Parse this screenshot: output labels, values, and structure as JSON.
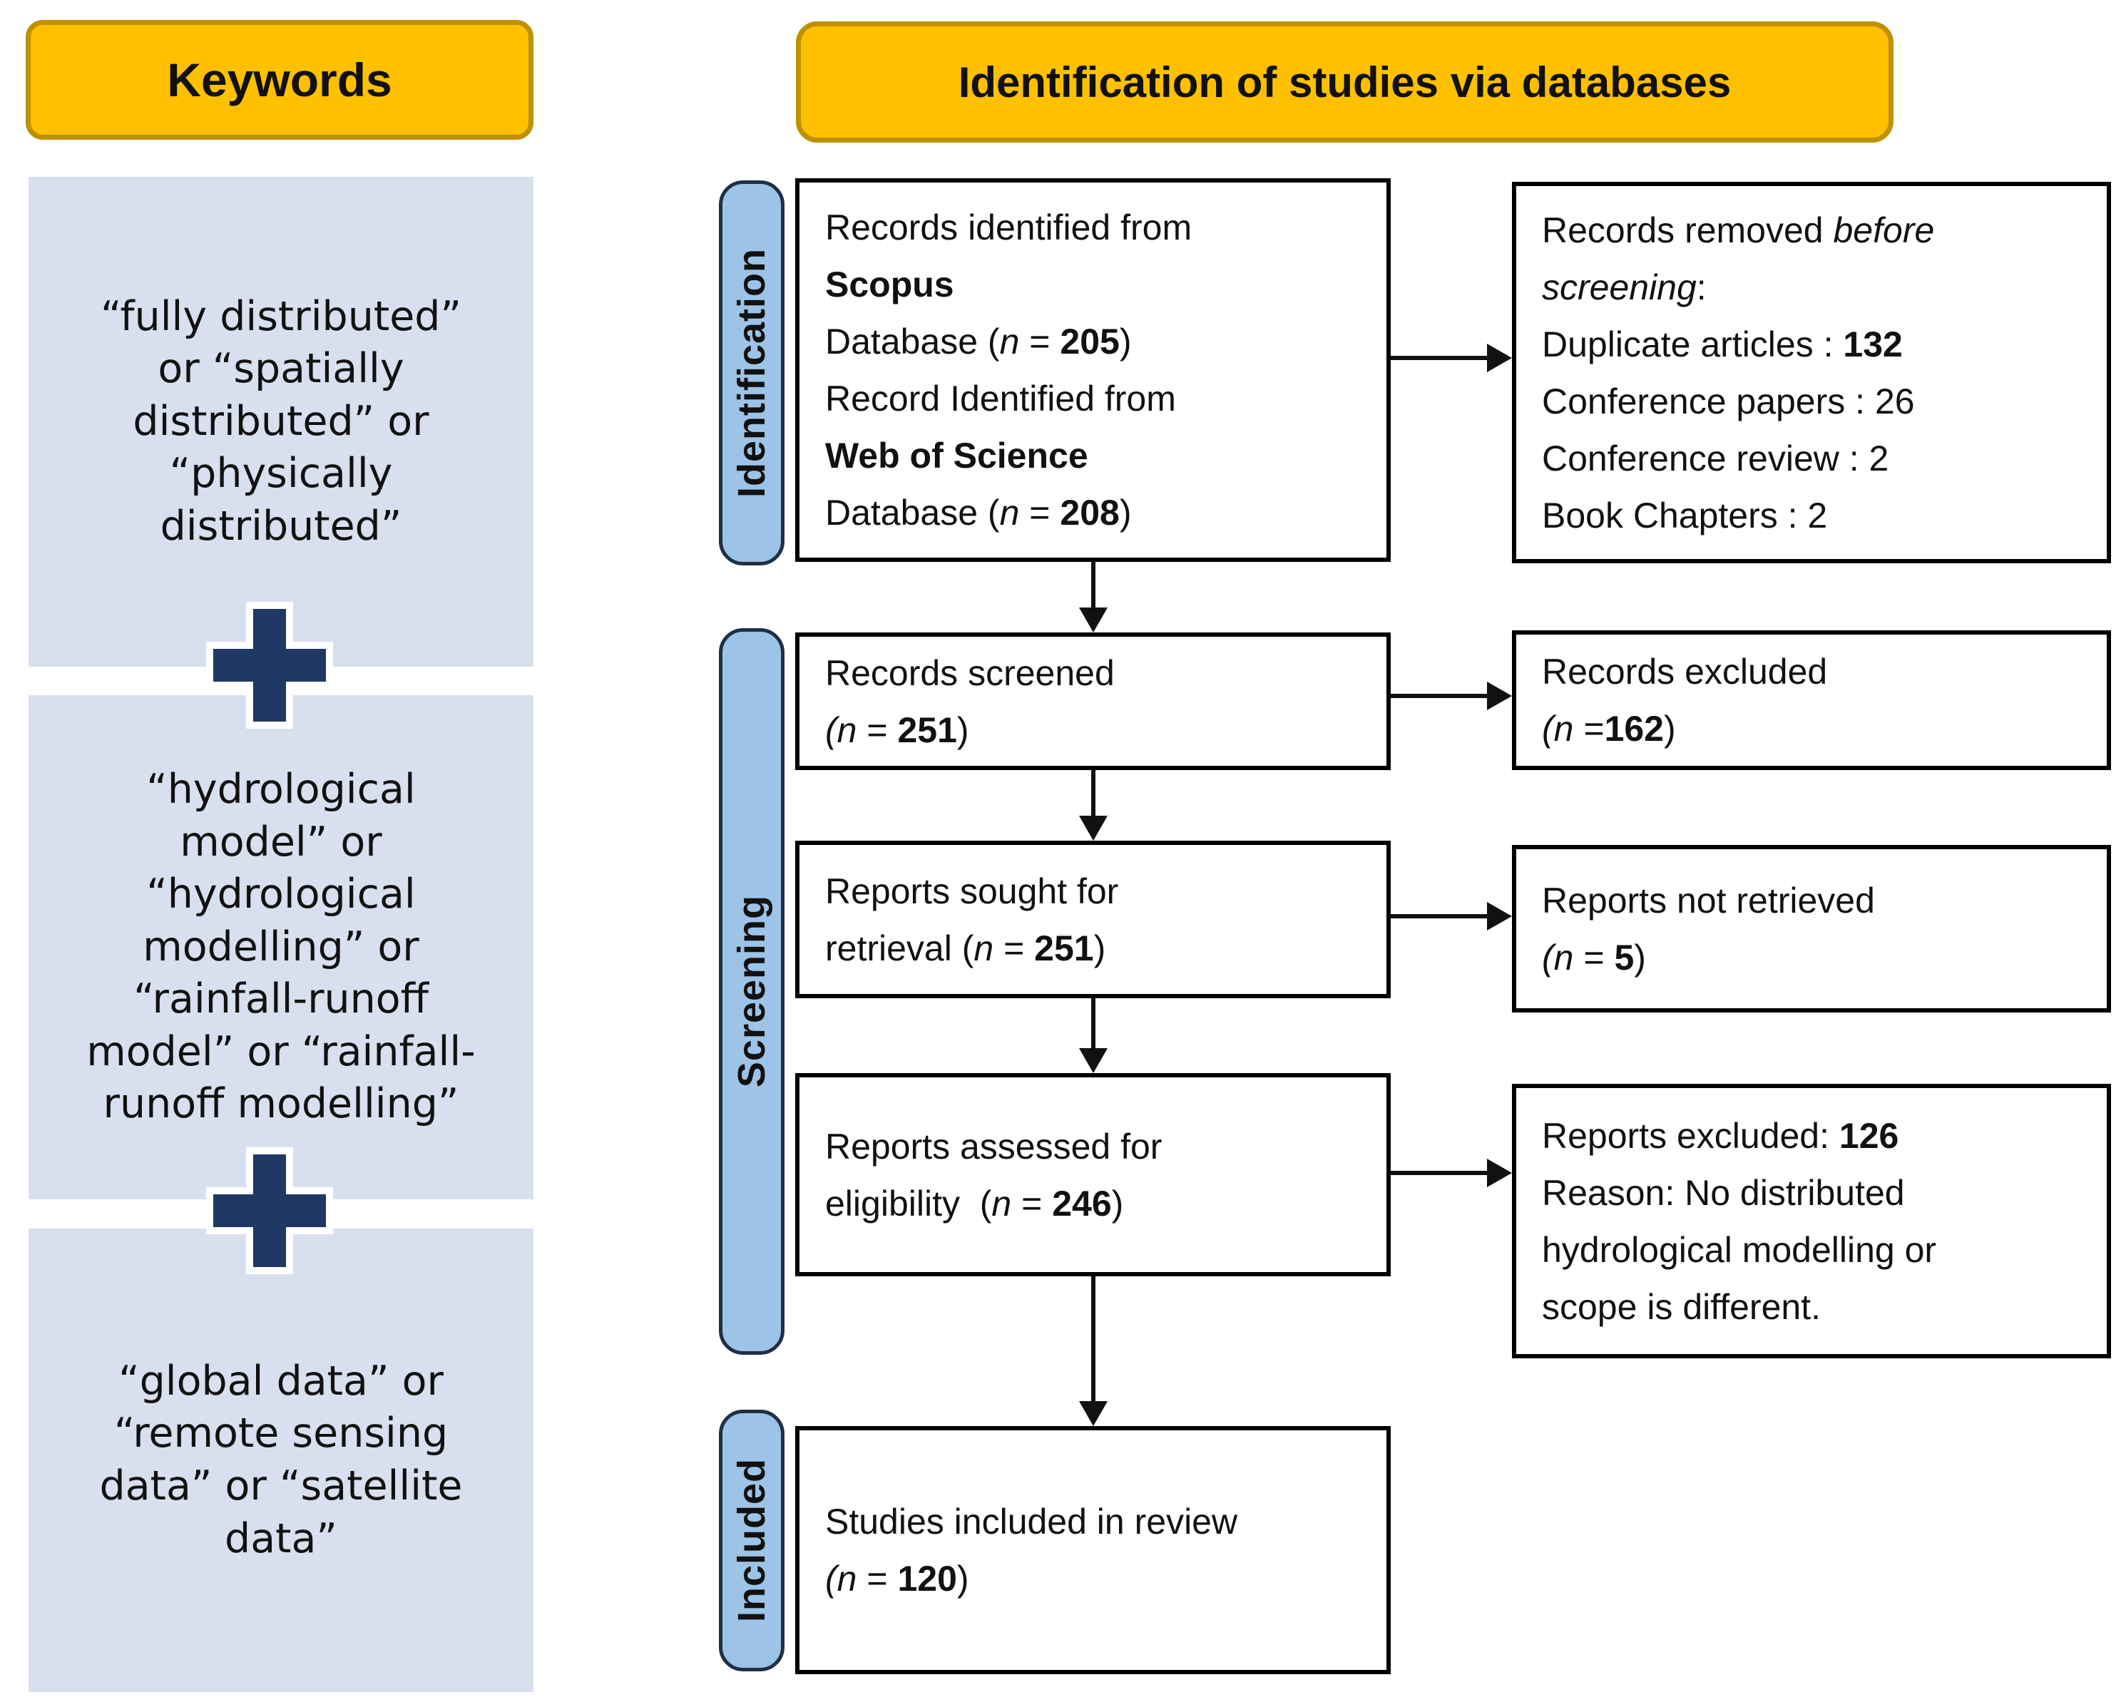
{
  "colors": {
    "header_bg": "#FFC000",
    "header_border": "#BF9000",
    "stage_label_bg": "#9DC3E6",
    "keyword_box_bg": "#D8DFEE",
    "plus_icon": "#1F3864",
    "flow_box_border": "#000000",
    "arrow": "#111111"
  },
  "keywords_panel": {
    "header": "Keywords",
    "boxes": [
      {
        "lines": [
          [
            {
              "t": "“fully distributed”"
            }
          ],
          [
            {
              "t": "or “spatially"
            }
          ],
          [
            {
              "t": "distributed” or"
            }
          ],
          [
            {
              "t": "“physically"
            }
          ],
          [
            {
              "t": "distributed”"
            }
          ]
        ]
      },
      {
        "lines": [
          [
            {
              "t": "“hydrological"
            }
          ],
          [
            {
              "t": "model” or"
            }
          ],
          [
            {
              "t": "“hydrological"
            }
          ],
          [
            {
              "t": "modelling” or"
            }
          ],
          [
            {
              "t": "“rainfall-runoff"
            }
          ],
          [
            {
              "t": "model” or “rainfall-"
            }
          ],
          [
            {
              "t": "runoff modelling”"
            }
          ]
        ]
      },
      {
        "lines": [
          [
            {
              "t": "“global data” or"
            }
          ],
          [
            {
              "t": "“remote sensing"
            }
          ],
          [
            {
              "t": "data” or “satellite"
            }
          ],
          [
            {
              "t": "data”"
            }
          ]
        ]
      }
    ]
  },
  "flow_panel": {
    "header": "Identification of studies via databases",
    "stage_labels": {
      "identification": "Identification",
      "screening": "Screening",
      "included": "Included"
    },
    "boxes": {
      "identified": {
        "lines": [
          [
            {
              "t": "Records identified from"
            }
          ],
          [
            {
              "t": "Scopus",
              "b": true
            }
          ],
          [
            {
              "t": "Database ("
            },
            {
              "t": "n",
              "i": true
            },
            {
              "t": " = "
            },
            {
              "t": "205",
              "b": true
            },
            {
              "t": ")"
            }
          ],
          [
            {
              "t": "Record Identified from"
            }
          ],
          [
            {
              "t": "Web of Science",
              "b": true
            }
          ],
          [
            {
              "t": "Database ("
            },
            {
              "t": "n",
              "i": true
            },
            {
              "t": " = "
            },
            {
              "t": "208",
              "b": true
            },
            {
              "t": ")"
            }
          ]
        ]
      },
      "removed_before_screening": {
        "lines": [
          [
            {
              "t": "Records removed "
            },
            {
              "t": "before",
              "i": true
            }
          ],
          [
            {
              "t": "screening",
              "i": true
            },
            {
              "t": ":"
            }
          ],
          [
            {
              "t": "Duplicate articles : "
            },
            {
              "t": "132",
              "b": true
            }
          ],
          [
            {
              "t": "Conference papers : 26"
            }
          ],
          [
            {
              "t": "Conference review : 2"
            }
          ],
          [
            {
              "t": "Book Chapters : 2"
            }
          ]
        ]
      },
      "screened": {
        "lines": [
          [
            {
              "t": "Records screened"
            }
          ],
          [
            {
              "t": "(n",
              "i": true
            },
            {
              "t": " = "
            },
            {
              "t": "251",
              "b": true
            },
            {
              "t": ")"
            }
          ]
        ]
      },
      "records_excluded": {
        "lines": [
          [
            {
              "t": "Records excluded"
            }
          ],
          [
            {
              "t": "(n",
              "i": true
            },
            {
              "t": " ="
            },
            {
              "t": "162",
              "b": true
            },
            {
              "t": ")"
            }
          ]
        ]
      },
      "sought_for_retrieval": {
        "lines": [
          [
            {
              "t": "Reports sought for"
            }
          ],
          [
            {
              "t": "retrieval ("
            },
            {
              "t": "n",
              "i": true
            },
            {
              "t": " = "
            },
            {
              "t": "251",
              "b": true
            },
            {
              "t": ")"
            }
          ]
        ]
      },
      "not_retrieved": {
        "lines": [
          [
            {
              "t": "Reports not retrieved"
            }
          ],
          [
            {
              "t": "(n",
              "i": true
            },
            {
              "t": " = "
            },
            {
              "t": "5",
              "b": true
            },
            {
              "t": ")"
            }
          ]
        ]
      },
      "assessed": {
        "lines": [
          [
            {
              "t": "Reports assessed for"
            }
          ],
          [
            {
              "t": "eligibility  ("
            },
            {
              "t": "n",
              "i": true
            },
            {
              "t": " = "
            },
            {
              "t": "246",
              "b": true
            },
            {
              "t": ")"
            }
          ]
        ]
      },
      "reports_excluded": {
        "lines": [
          [
            {
              "t": "Reports excluded: "
            },
            {
              "t": "126",
              "b": true
            }
          ],
          [
            {
              "t": "Reason: No distributed"
            }
          ],
          [
            {
              "t": "hydrological modelling or"
            }
          ],
          [
            {
              "t": "scope is different."
            }
          ]
        ]
      },
      "included_in_review": {
        "lines": [
          [
            {
              "t": "Studies included in review"
            }
          ],
          [
            {
              "t": "(n",
              "i": true
            },
            {
              "t": " = "
            },
            {
              "t": "120",
              "b": true
            },
            {
              "t": ")"
            }
          ]
        ]
      }
    }
  }
}
